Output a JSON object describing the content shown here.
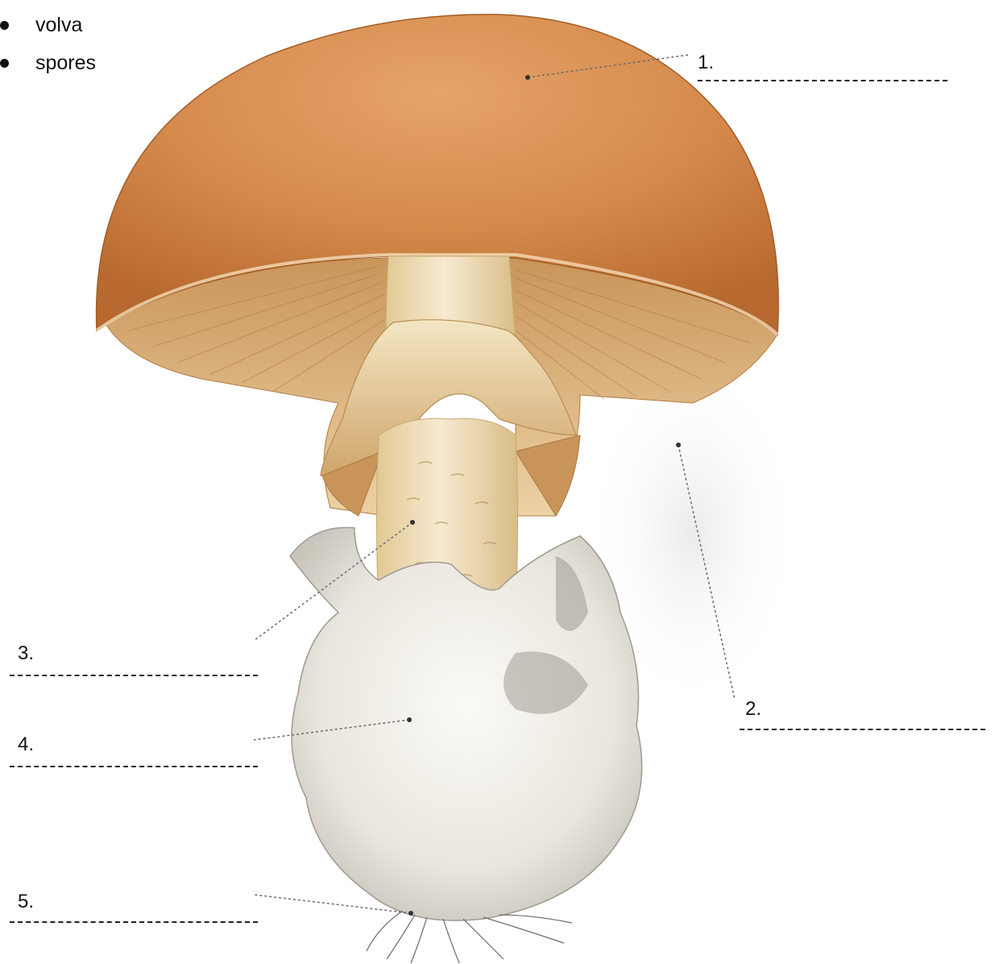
{
  "word_bank": [
    "volva",
    "spores"
  ],
  "labels": [
    {
      "number": "1."
    },
    {
      "number": "2."
    },
    {
      "number": "3."
    },
    {
      "number": "4."
    },
    {
      "number": "5."
    }
  ],
  "colors": {
    "cap": "#d58a4c",
    "gills": "#d7a870",
    "stem": "#efdcb1",
    "volva": "#ece9e2",
    "leader_line": "#6b6b6b"
  }
}
